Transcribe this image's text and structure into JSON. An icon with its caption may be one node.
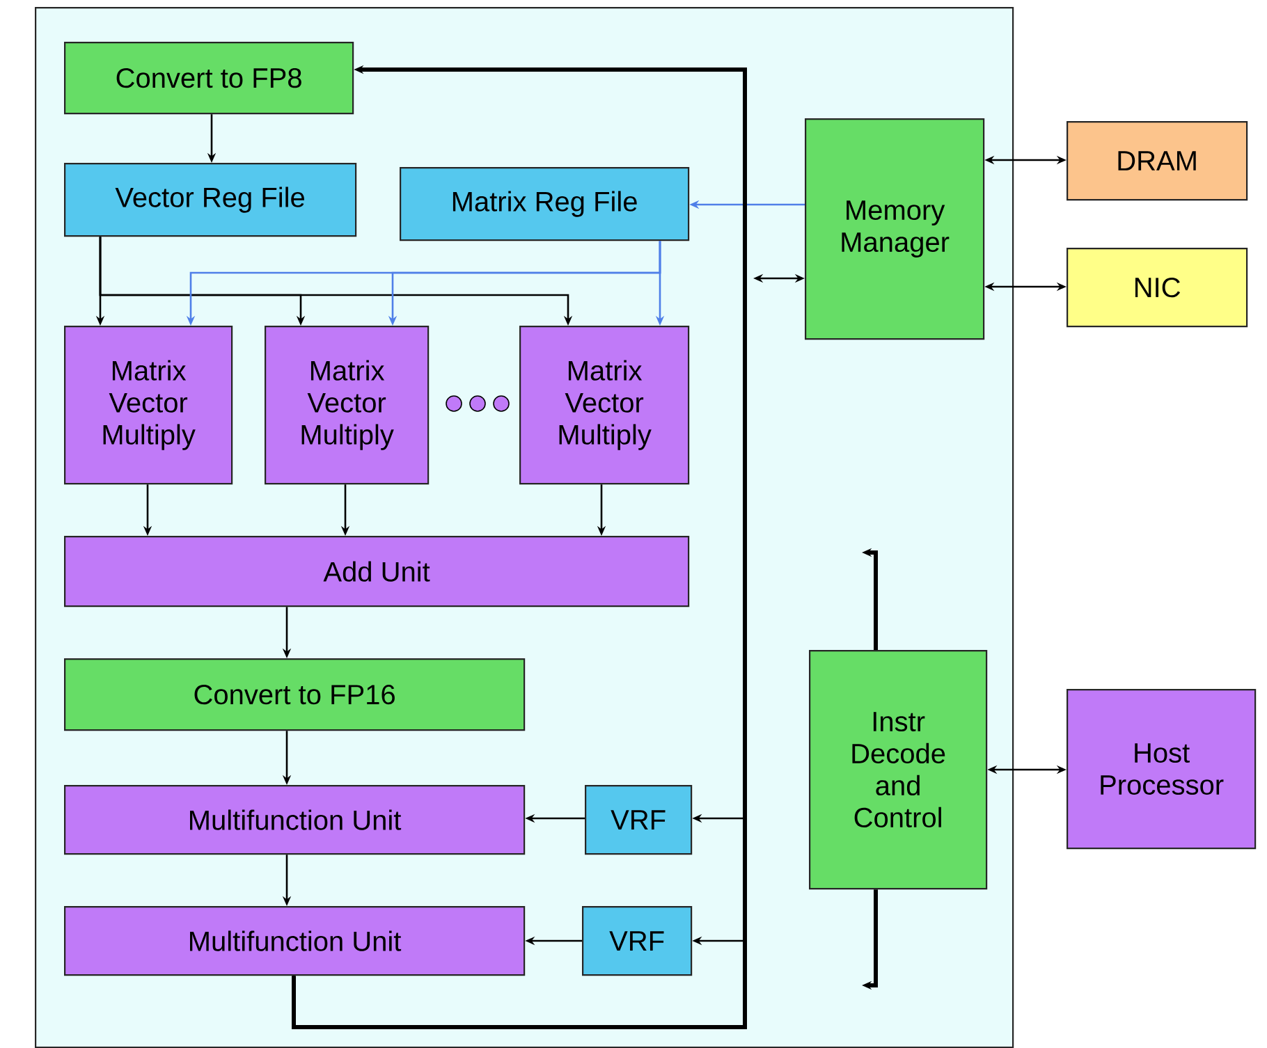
{
  "diagram": {
    "nodes": [
      {
        "text": [],
        "shape": "box"
      },
      {
        "text": [
          "Convert to FP8"
        ],
        "in": 0
      },
      {
        "text": [
          "Vector Reg File"
        ],
        "in": 0
      },
      {
        "text": [
          "Matrix Reg File"
        ],
        "in": 0
      },
      {
        "text": [
          "Matrix Vector Multiply"
        ],
        "in": 0
      },
      {
        "text": [
          "Matrix Vector Multiply"
        ],
        "in": 0
      },
      {
        "text": [
          "Matrix Vector Multiply"
        ],
        "in": 0
      },
      {
        "text": [
          "Add Unit"
        ],
        "in": 0
      },
      {
        "text": [
          "Convert to FP16"
        ],
        "in": 0
      },
      {
        "text": [
          "Multifunction Unit"
        ],
        "in": 0
      },
      {
        "text": [
          "VRF"
        ],
        "in": 0
      },
      {
        "text": [
          "Multifunction Unit"
        ],
        "in": 0
      },
      {
        "text": [
          "VRF"
        ],
        "in": 0
      },
      {
        "text": [
          "Memory Manager"
        ],
        "in": 0
      },
      {
        "text": [
          "DRAM"
        ]
      },
      {
        "text": [
          "NIC"
        ]
      },
      {
        "text": [
          "Instr Decode and Control"
        ],
        "in": 0
      },
      {
        "text": [
          "Host Processor"
        ]
      }
    ],
    "edges": [
      {
        "from": 1,
        "to": 2,
        "arrow": "to"
      },
      {
        "from": 2,
        "to": 4,
        "arrow": "to"
      },
      {
        "from": 2,
        "to": 5,
        "arrow": "to"
      },
      {
        "from": 2,
        "to": 6,
        "arrow": "to"
      },
      {
        "from": 3,
        "to": 4,
        "arrow": "to",
        "color": "#4f7fe8"
      },
      {
        "from": 3,
        "to": 5,
        "arrow": "to",
        "color": "#4f7fe8"
      },
      {
        "from": 3,
        "to": 6,
        "arrow": "to",
        "color": "#4f7fe8"
      },
      {
        "from": 13,
        "to": 3,
        "arrow": "to",
        "color": "#4f7fe8"
      },
      {
        "from": 4,
        "to": 7,
        "arrow": "to"
      },
      {
        "from": 5,
        "to": 7,
        "arrow": "to"
      },
      {
        "from": 6,
        "to": 7,
        "arrow": "to"
      },
      {
        "from": 7,
        "to": 8,
        "arrow": "to"
      },
      {
        "from": 8,
        "to": 9,
        "arrow": "to"
      },
      {
        "from": 9,
        "to": 11,
        "arrow": "to"
      },
      {
        "from": 10,
        "to": 9,
        "arrow": "to"
      },
      {
        "from": 12,
        "to": 11,
        "arrow": "to"
      },
      {
        "from": 11,
        "to": 1,
        "arrow": "to",
        "style": "thick"
      },
      {
        "from": 11,
        "to": 10,
        "arrow": "to"
      },
      {
        "from": 11,
        "to": 12,
        "arrow": "to"
      },
      {
        "from": null,
        "to": 13,
        "arrow": "both"
      },
      {
        "from": 13,
        "to": 14,
        "arrow": "both"
      },
      {
        "from": 13,
        "to": 15,
        "arrow": "both"
      },
      {
        "from": 16,
        "to": null,
        "arrow": "to",
        "style": "thick"
      },
      {
        "from": 16,
        "to": null,
        "arrow": "to",
        "style": "thick"
      },
      {
        "from": 16,
        "to": 17,
        "arrow": "both"
      }
    ]
  }
}
